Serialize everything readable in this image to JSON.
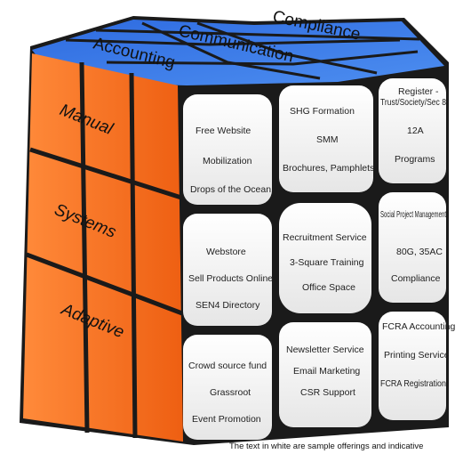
{
  "top_face": {
    "color": "#3f7fe6",
    "labels": [
      "Accounting",
      "Communication",
      "Compliance"
    ]
  },
  "left_face": {
    "color": "#f26b1d",
    "labels": [
      "Manual",
      "Systems",
      "Adaptive"
    ]
  },
  "front_face": {
    "tile_color": "#f5f5f5",
    "tiles": [
      [
        "Free Website",
        "Mobilization",
        "Drops of the Ocean"
      ],
      [
        "SHG Formation",
        "SMM",
        "Brochures, Pamphlets"
      ],
      [
        "Register - Trust/Society/Sec 8",
        "12A",
        "Programs"
      ],
      [
        "Webstore",
        "Sell Products Online",
        "SEN4 Directory"
      ],
      [
        "Recruitment Service",
        "3-Square Training",
        "Office Space"
      ],
      [
        "Social Project Management",
        "80G, 35AC",
        "Compliance"
      ],
      [
        "Crowd source fund",
        "Grassroot",
        "Event Promotion"
      ],
      [
        "Newsletter Service",
        "Email Marketing",
        "CSR Support"
      ],
      [
        "FCRA Accounting",
        "Printing Service",
        "FCRA Registration"
      ]
    ]
  },
  "footnote": "The text in white are sample offerings and indicative"
}
